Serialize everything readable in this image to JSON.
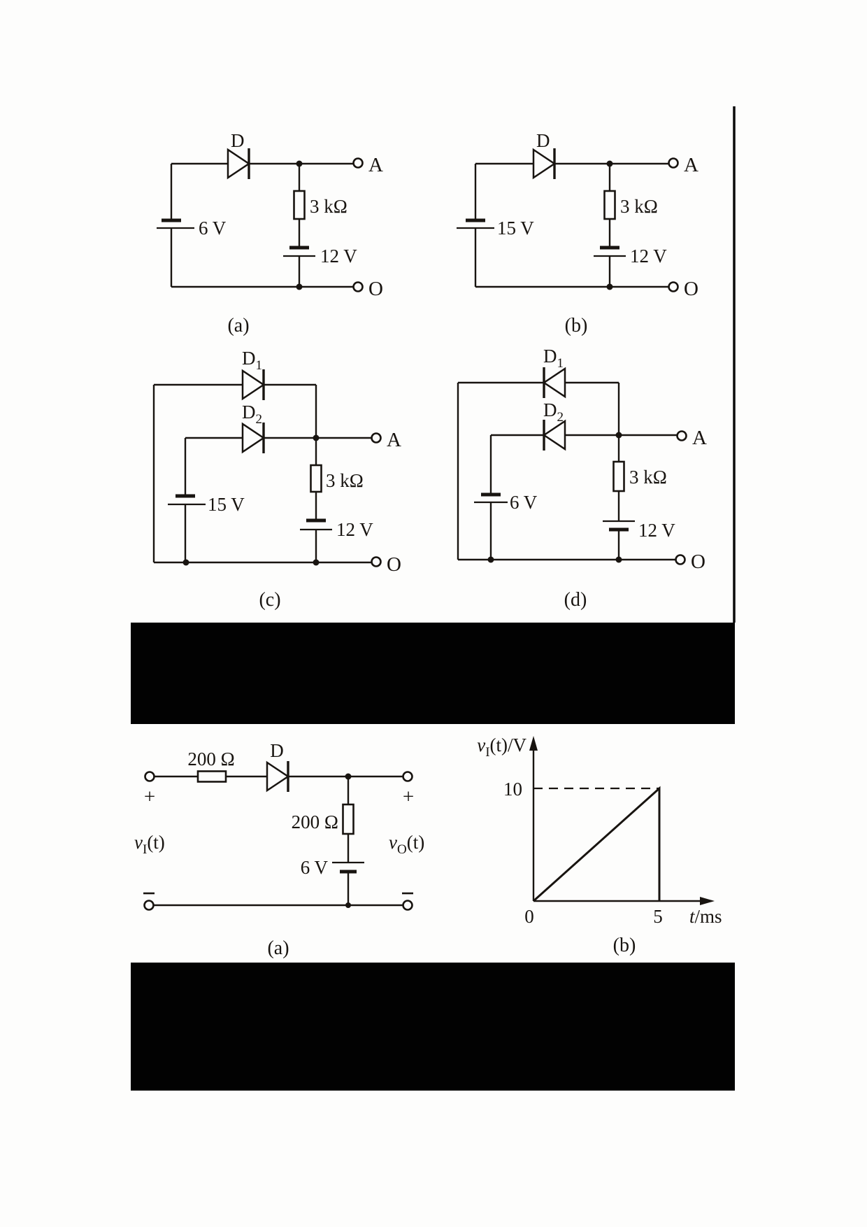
{
  "page": {
    "background": "#fdfdfc",
    "ink": "#181410",
    "redaction_color": "#020202"
  },
  "figure_top": {
    "circuits": [
      {
        "caption": "(a)",
        "diode_label": "D",
        "source": "6 V",
        "resistor": "3 kΩ",
        "lower_battery": "12 V",
        "terminal_top": "A",
        "terminal_bottom": "O"
      },
      {
        "caption": "(b)",
        "diode_label": "D",
        "source": "15 V",
        "resistor": "3 kΩ",
        "lower_battery": "12 V",
        "terminal_top": "A",
        "terminal_bottom": "O"
      },
      {
        "caption": "(c)",
        "diode1": {
          "base": "D",
          "sub": "1"
        },
        "diode2": {
          "base": "D",
          "sub": "2"
        },
        "source": "15 V",
        "resistor": "3 kΩ",
        "lower_battery": "12 V",
        "terminal_top": "A",
        "terminal_bottom": "O"
      },
      {
        "caption": "(d)",
        "diode1": {
          "base": "D",
          "sub": "1"
        },
        "diode2": {
          "base": "D",
          "sub": "2"
        },
        "source": "6 V",
        "resistor": "3 kΩ",
        "lower_battery": "12 V",
        "terminal_top": "A",
        "terminal_bottom": "O"
      }
    ]
  },
  "figure_bottom": {
    "circuit": {
      "caption": "(a)",
      "series_resistor": "200 Ω",
      "diode": "D",
      "shunt_resistor": "200 Ω",
      "battery": "6 V",
      "plus": "+",
      "input": {
        "base": "v",
        "sub": "I",
        "rest": "(t)"
      },
      "output": {
        "base": "v",
        "sub": "O",
        "rest": "(t)"
      }
    },
    "graph": {
      "caption": "(b)",
      "y_axis_label": {
        "base": "v",
        "sub": "I",
        "rest": "(t)/V"
      },
      "x_axis_label": {
        "base": "t",
        "rest": "/ms"
      },
      "y_tick": "10",
      "x_tick_zero": "0",
      "x_tick_five": "5"
    }
  },
  "chart_data": {
    "type": "line",
    "title": "",
    "xlabel": "t/ms",
    "ylabel": "vI(t)/V",
    "x": [
      0,
      5,
      5
    ],
    "y": [
      0,
      10,
      0
    ],
    "xlim": [
      0,
      6.8
    ],
    "ylim": [
      0,
      13
    ],
    "xticks": [
      0,
      5
    ],
    "yticks": [
      10
    ],
    "grid": false,
    "annotations": [
      "dashed guide line at v=10 from y-axis to the ramp peak at t=5 ms",
      "ramp rises linearly 0→10 V over 0→5 ms then drops to 0"
    ]
  }
}
